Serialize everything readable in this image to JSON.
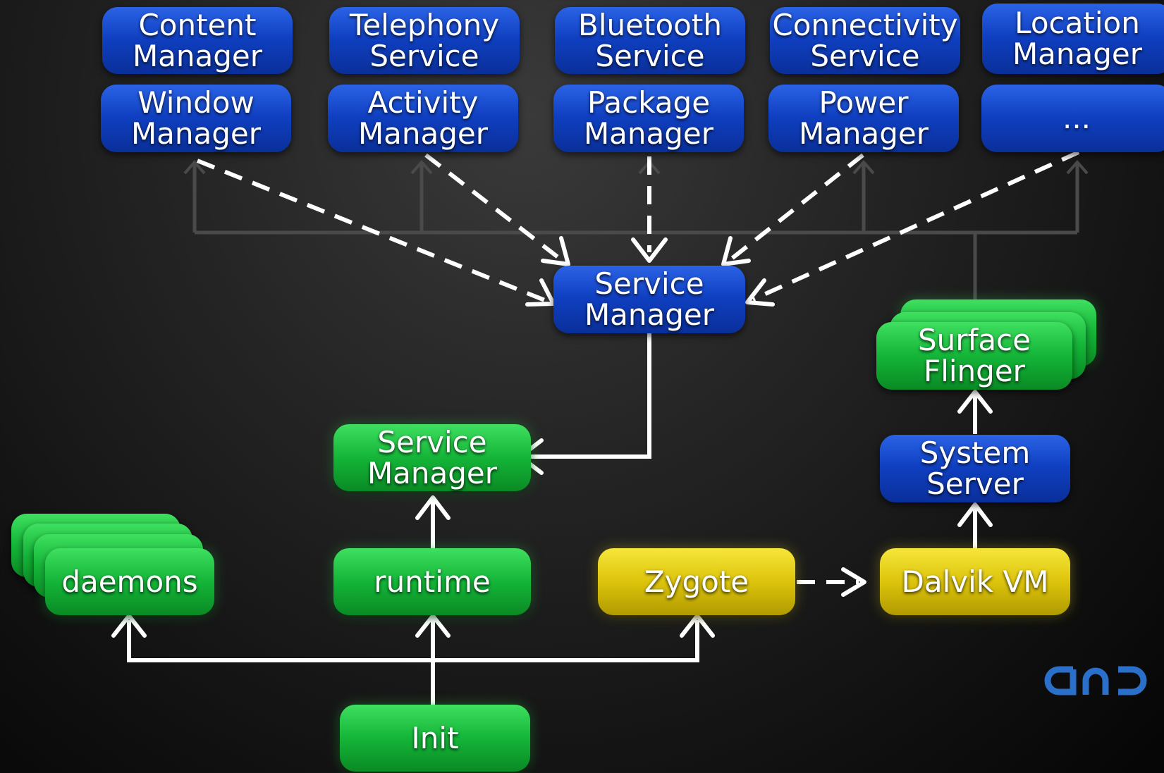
{
  "top_services_row1": [
    "Content\nManager",
    "Telephony\nService",
    "Bluetooth\nService",
    "Connectivity\nService",
    "Location\nManager"
  ],
  "top_services_row2": [
    "Window\nManager",
    "Activity\nManager",
    "Package\nManager",
    "Power\nManager",
    "..."
  ],
  "service_manager_java": "Service\nManager",
  "surface_flinger": "Surface\nFlinger",
  "system_server": "System\nServer",
  "service_manager_native": "Service\nManager",
  "daemons": "daemons",
  "runtime": "runtime",
  "zygote": "Zygote",
  "dalvik_vm": "Dalvik VM",
  "init": "Init",
  "colors": {
    "blue": "#0f3fc0",
    "green": "#14b538",
    "yellow": "#ddc40c",
    "logo": "#2a6fc9"
  },
  "logo_icon": "android-logo-partial"
}
